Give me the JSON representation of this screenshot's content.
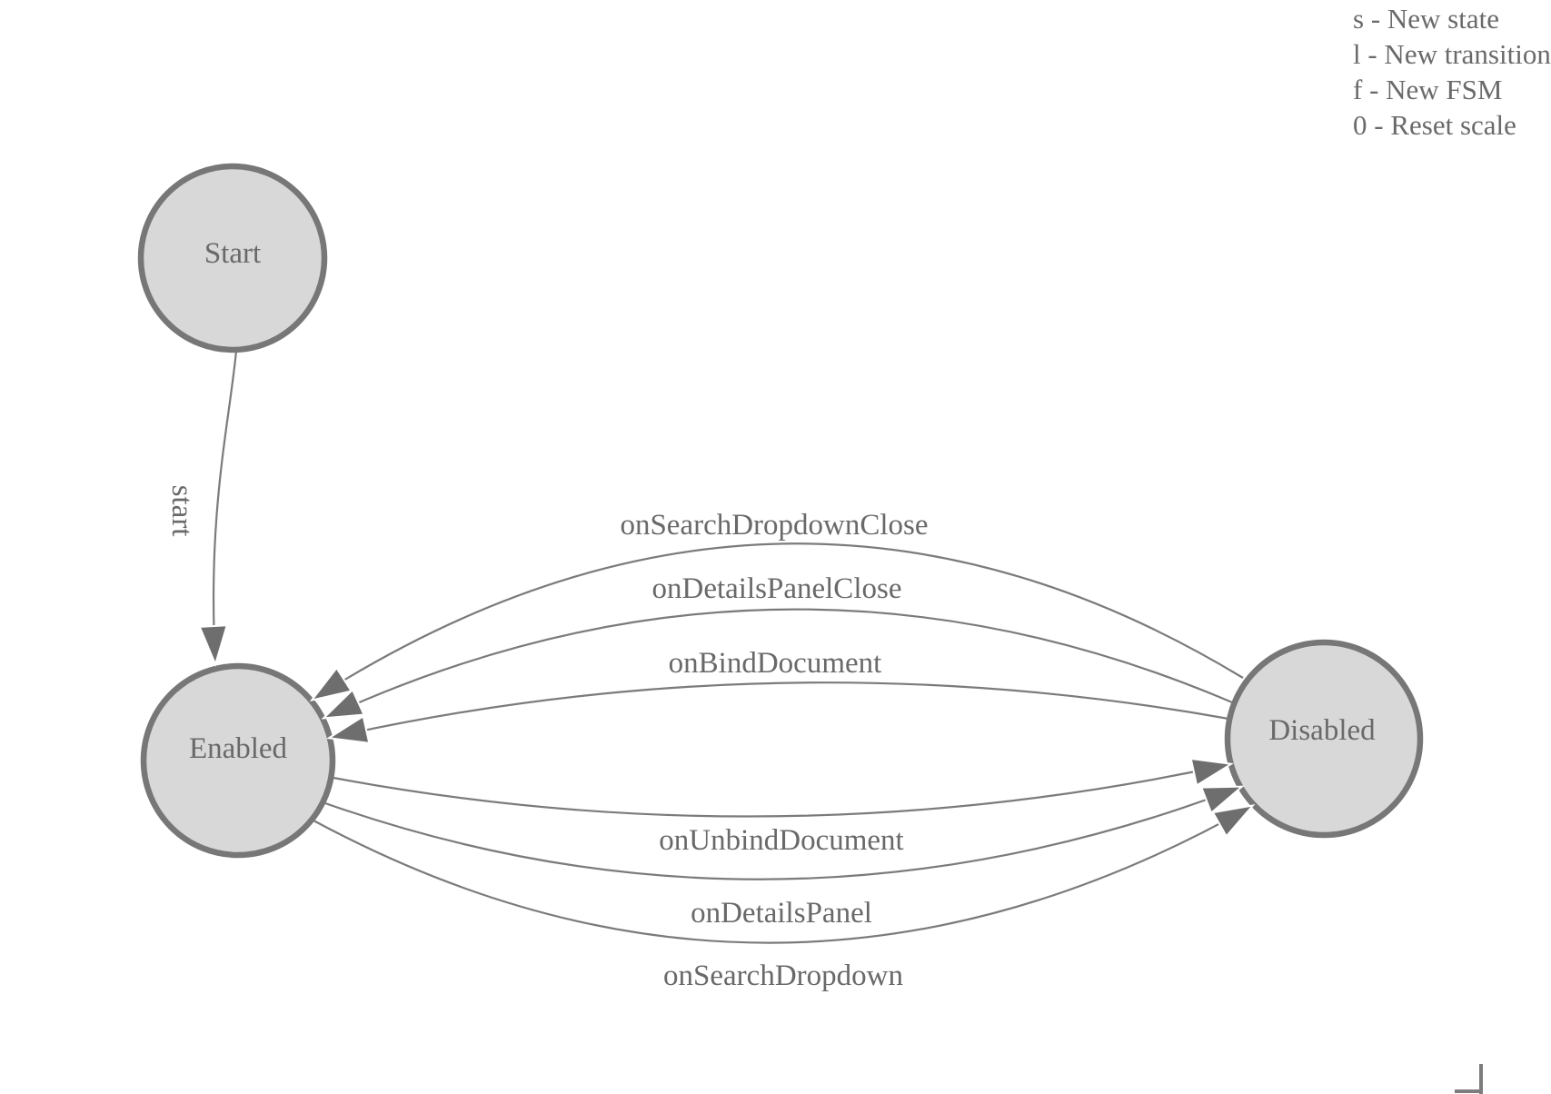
{
  "legend": {
    "lines": [
      "s - New state",
      "l - New transition",
      "f - New FSM",
      "0 - Reset scale"
    ]
  },
  "nodes": [
    {
      "id": "start",
      "label": "Start"
    },
    {
      "id": "enabled",
      "label": "Enabled"
    },
    {
      "id": "disabled",
      "label": "Disabled"
    }
  ],
  "edges": [
    {
      "id": "start-transition",
      "label": "start",
      "from": "Start",
      "to": "Enabled"
    },
    {
      "id": "on-search-dropdown-close",
      "label": "onSearchDropdownClose",
      "from": "Disabled",
      "to": "Enabled"
    },
    {
      "id": "on-details-panel-close",
      "label": "onDetailsPanelClose",
      "from": "Disabled",
      "to": "Enabled"
    },
    {
      "id": "on-bind-document",
      "label": "onBindDocument",
      "from": "Disabled",
      "to": "Enabled"
    },
    {
      "id": "on-unbind-document",
      "label": "onUnbindDocument",
      "from": "Enabled",
      "to": "Disabled"
    },
    {
      "id": "on-details-panel",
      "label": "onDetailsPanel",
      "from": "Enabled",
      "to": "Disabled"
    },
    {
      "id": "on-search-dropdown",
      "label": "onSearchDropdown",
      "from": "Enabled",
      "to": "Disabled"
    }
  ],
  "colors": {
    "background": "#ffffff",
    "node_fill": "#d8d8d8",
    "node_stroke": "#777777",
    "edge_stroke": "#7b7b7b",
    "arrow_fill": "#6e6e6e",
    "text": "#696969"
  }
}
